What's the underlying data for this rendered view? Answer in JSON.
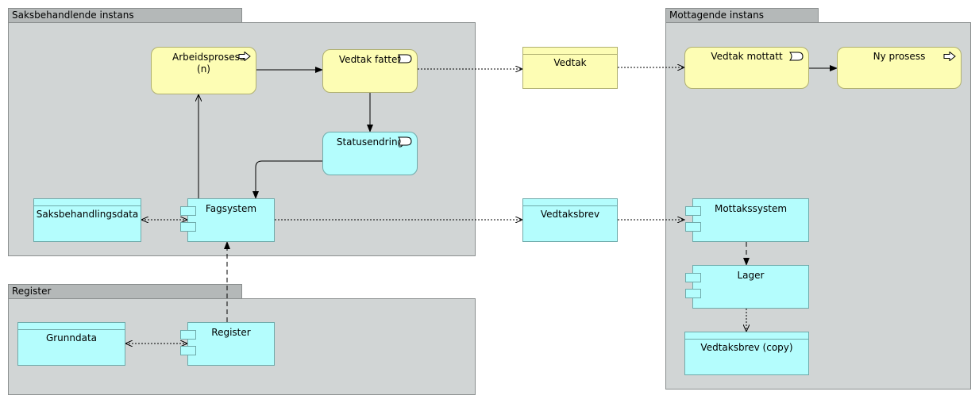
{
  "groups": {
    "saksbehandlende": "Saksbehandlende instans",
    "register": "Register",
    "mottagende": "Mottagende instans"
  },
  "nodes": {
    "arbeidsprosess": "Arbeidsprosess (n)",
    "vedtak_fattet": "Vedtak fattet",
    "statusendring": "Statusendring",
    "saksbehandlingsdata": "Saksbehandlingsdata",
    "fagsystem": "Fagsystem",
    "grunndata": "Grunndata",
    "register": "Register",
    "vedtak": "Vedtak",
    "vedtaksbrev": "Vedtaksbrev",
    "vedtak_mottatt": "Vedtak mottatt",
    "ny_prosess": "Ny prosess",
    "mottakssystem": "Mottakssystem",
    "lager": "Lager",
    "vedtaksbrev_copy": "Vedtaksbrev (copy)"
  },
  "icons": {
    "process": "process-arrow-icon",
    "event": "event-icon",
    "component": "component-icon"
  },
  "colors": {
    "business": "#fdfdb4",
    "application": "#b4fdfd",
    "group": "#d1d5d5",
    "group_tab": "#b4b8b8"
  }
}
